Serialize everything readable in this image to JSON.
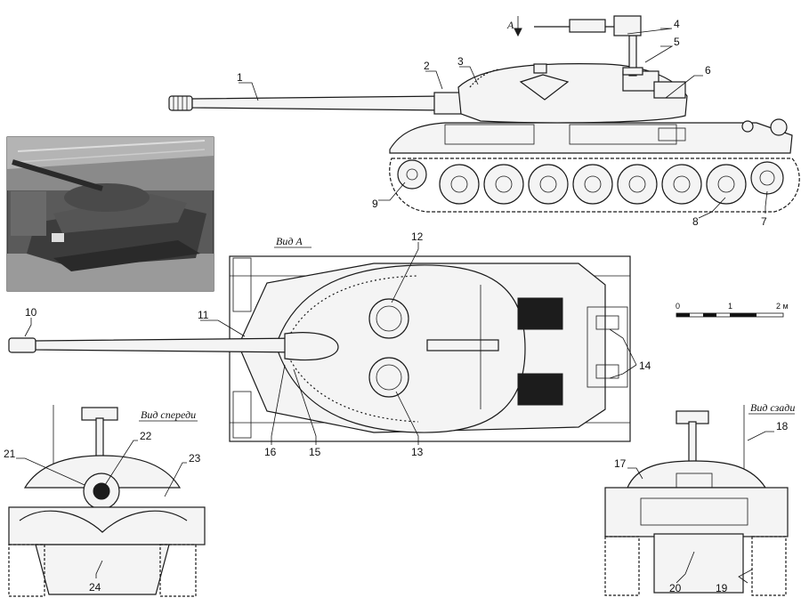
{
  "labels": {
    "arrow_letter": "A",
    "view_top": "Вид А",
    "view_front": "Вид спереди",
    "view_rear": "Вид сзади"
  },
  "scale": {
    "tick_0": "0",
    "tick_1": "1",
    "tick_2": "2 м"
  },
  "callouts": [
    "1",
    "2",
    "3",
    "4",
    "5",
    "6",
    "7",
    "8",
    "9",
    "10",
    "11",
    "12",
    "13",
    "14",
    "15",
    "16",
    "17",
    "18",
    "19",
    "20",
    "21",
    "22",
    "23",
    "24"
  ]
}
